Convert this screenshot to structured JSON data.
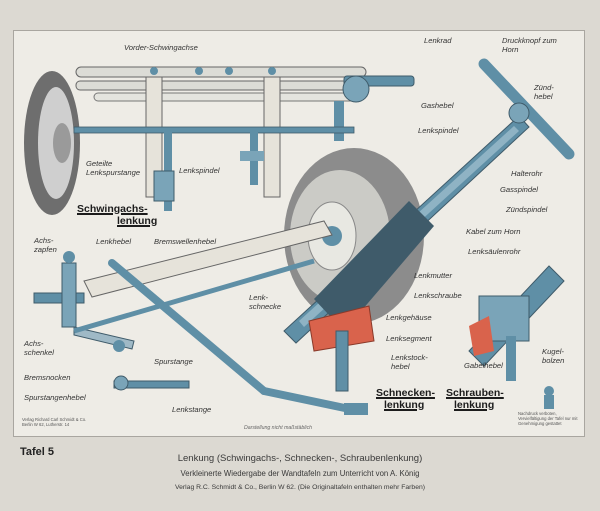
{
  "labels": {
    "vorder_schwingachse": "Vorder-Schwingachse",
    "lenkrad": "Lenkrad",
    "druckknopf": "Druckknopf zum Horn",
    "zuendhebel": "Zünd-hebel",
    "gashebel": "Gashebel",
    "lenkspindel_top": "Lenkspindel",
    "halterohr": "Halterohr",
    "gasspindel": "Gasspindel",
    "zuendspindel": "Zündspindel",
    "kabel_horn": "Kabel zum Horn",
    "lenksaeulenrohr": "Lenksäulenrohr",
    "geteilte_spurstange": "Geteilte Lenkspurstange",
    "lenkspindel_mid": "Lenkspindel",
    "achszapfen": "Achs-zapfen",
    "lenkhebel": "Lenkhebel",
    "bremswellenhebel": "Bremswellenhebel",
    "lenkschnecke": "Lenk-schnecke",
    "lenkmutter": "Lenkmutter",
    "lenkschraube": "Lenkschraube",
    "lenkgehaeuse": "Lenkgehäuse",
    "lenksegment": "Lenksegment",
    "lenkstockhebel": "Lenkstock-hebel",
    "gabelhebel": "Gabelhebel",
    "achsschenkel": "Achs-schenkel",
    "bremsnocken": "Bremsnocken",
    "spurstangenhebel": "Spurstangenhebel",
    "spurstange": "Spurstange",
    "lenkstange": "Lenkstange",
    "kugelbolzen": "Kugel-bolzen"
  },
  "sections": {
    "schwingachs_1": "Schwingachs-",
    "schwingachs_2": "lenkung",
    "schnecken_1": "Schnecken-",
    "schnecken_2": "lenkung",
    "schrauben_1": "Schrauben-",
    "schrauben_2": "lenkung"
  },
  "small_print": {
    "verlag": "Verlag Richard Carl Schmidt & Co.",
    "verlag_sub": "Berlin W 62, Lutherstr. 14",
    "darstellung": "Darstellung nicht maßstäblich",
    "rights": "Nachdruck verboten, Vervielfältigung der Tafel nur mit Genehmigung gestattet"
  },
  "footer": {
    "tafel": "Tafel 5",
    "title": "Lenkung (Schwingachs-, Schnecken-, Schraubenlenkung)",
    "subtitle": "Verkleinerte Wiedergabe der Wandtafeln zum Unterricht von A. König",
    "publisher": "Verlag R.C. Schmidt & Co., Berlin W 62. (Die Originaltafeln enthalten mehr Farben)"
  },
  "colors": {
    "paper": "#eeece6",
    "steel_blue": "#5f8fa6",
    "steel_dark": "#3f5b6a",
    "accent_red": "#d9634c",
    "tire_grey": "#8c8c8c"
  }
}
